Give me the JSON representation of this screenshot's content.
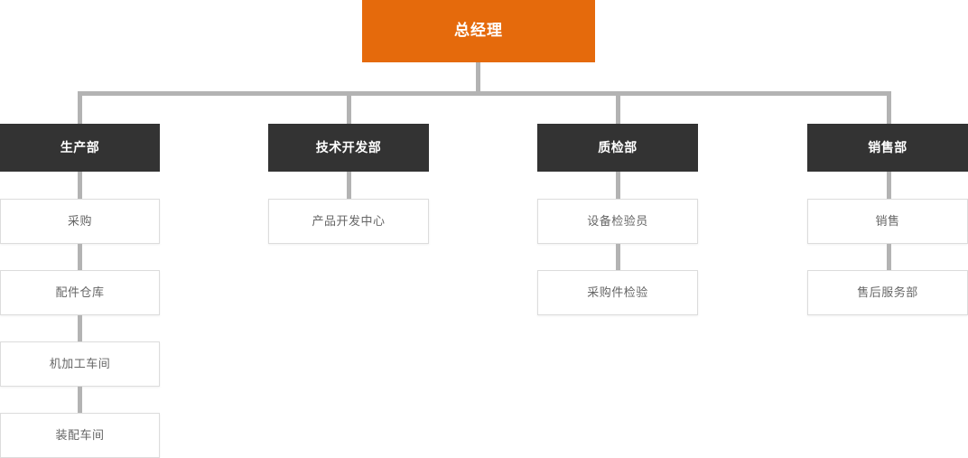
{
  "chart_meta": {
    "type": "org-chart",
    "title_node": "总经理",
    "orientation": "top-down",
    "colors": {
      "root_fill": "#e56a0c",
      "root_text": "#ffffff",
      "dept_fill": "#333333",
      "dept_text": "#ffffff",
      "leaf_fill": "#ffffff",
      "leaf_text": "#666666",
      "leaf_border": "#dcdcdc",
      "connector": "#b3b3b3",
      "background": "#ffffff"
    }
  },
  "root": {
    "label": "总经理"
  },
  "branches": [
    {
      "dept": "生产部",
      "children": [
        {
          "label": "采购"
        },
        {
          "label": "配件仓库"
        },
        {
          "label": "机加工车间"
        },
        {
          "label": "装配车间"
        }
      ]
    },
    {
      "dept": "技术开发部",
      "children": [
        {
          "label": "产品开发中心"
        }
      ]
    },
    {
      "dept": "质检部",
      "children": [
        {
          "label": "设备检验员"
        },
        {
          "label": "采购件检验"
        }
      ]
    },
    {
      "dept": "销售部",
      "children": [
        {
          "label": "销售"
        },
        {
          "label": "售后服务部"
        }
      ]
    }
  ]
}
